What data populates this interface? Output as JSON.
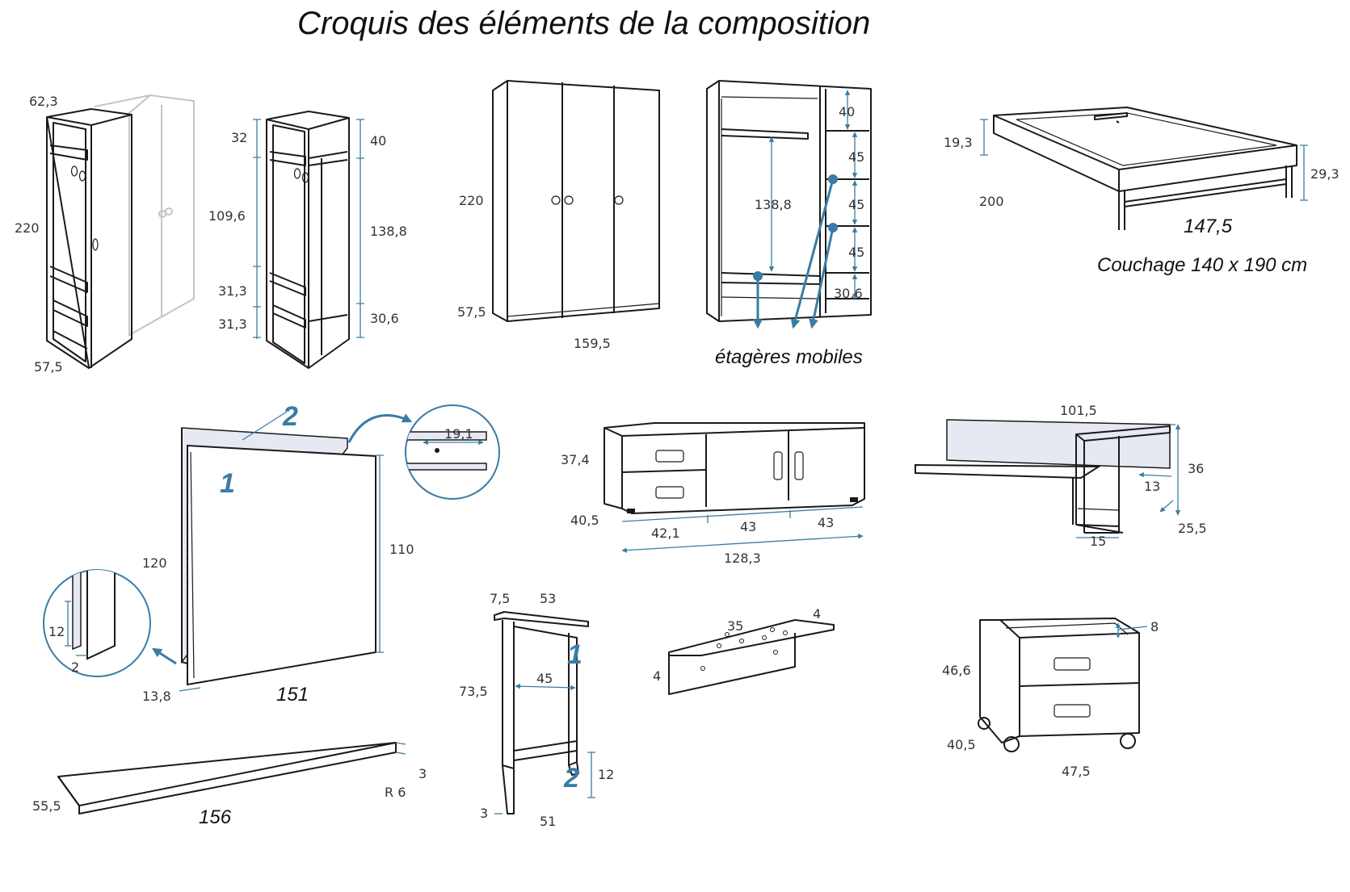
{
  "title": "Croquis des éléments de la composition",
  "units": "cm",
  "colors": {
    "accent": "#3a7ca5",
    "line": "#1a1a1a",
    "panel_fill": "#e6e9f2",
    "ghost": "#c4c4c4"
  },
  "elements": {
    "cabinet_open": {
      "depth": "62,3",
      "height": "220",
      "width": "57,5"
    },
    "cabinet_interior": {
      "left_dims": [
        "32",
        "109,6",
        "31,3",
        "31,3"
      ],
      "right_dims": [
        "40",
        "138,8",
        "30,6"
      ]
    },
    "wardrobe_3_doors": {
      "height": "220",
      "depth": "57,5",
      "width": "159,5"
    },
    "wardrobe_interior": {
      "hanging_height": "138,8",
      "shelf_dims": [
        "40",
        "45",
        "45",
        "45",
        "30,6"
      ],
      "note": "étagères mobiles"
    },
    "bed": {
      "frame_height": "19,3",
      "leg_height": "29,3",
      "length": "200",
      "width": "147,5",
      "mattress_note": "Couchage 140 x 190 cm"
    },
    "headboard": {
      "panel_labels": [
        "2",
        "1"
      ],
      "back_panel_height": "120",
      "front_panel_height": "110",
      "thickness": "13,8",
      "width": "151",
      "detail_rail": "19,1",
      "detail_gap_height": "12",
      "detail_gap_width": "2"
    },
    "desk_top": {
      "depth": "55,5",
      "length": "156",
      "thickness": "3",
      "radius": "R 6"
    },
    "tv_unit": {
      "height": "37,4",
      "depth": "40,5",
      "section_widths": [
        "42,1",
        "43",
        "43"
      ],
      "total_width": "128,3"
    },
    "bedside_shelf": {
      "width": "101,5",
      "height": "36",
      "inner_width": "13",
      "niche_width": "15",
      "depth": "25,5"
    },
    "desk_legs": {
      "top_thickness": "7,5",
      "depth": "53",
      "height": "73,5",
      "inner_width": "45",
      "foot_height": "12",
      "foot_diameter": "3",
      "base_depth": "51",
      "part_labels": [
        "1",
        "2"
      ]
    },
    "wall_bracket": {
      "length": "35",
      "depth": "4",
      "height": "4"
    },
    "drawer_unit": {
      "top_lip": "8",
      "height": "46,6",
      "depth": "40,5",
      "width": "47,5"
    }
  }
}
